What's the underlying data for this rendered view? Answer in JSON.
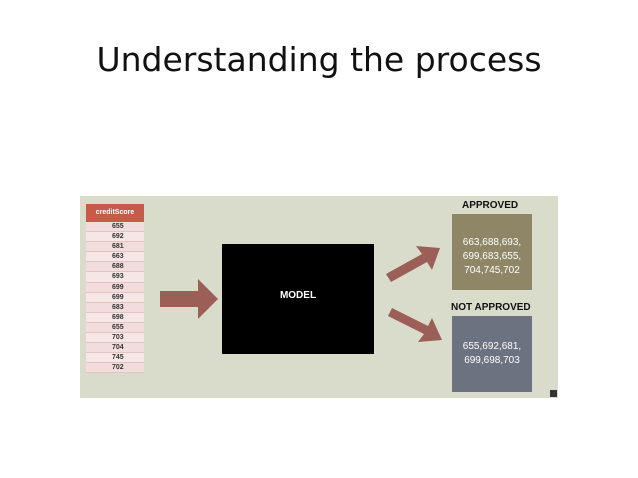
{
  "slide": {
    "title": "Understanding the process"
  },
  "table": {
    "header": "creditScore",
    "values": [
      "655",
      "692",
      "681",
      "663",
      "688",
      "693",
      "699",
      "699",
      "683",
      "698",
      "655",
      "703",
      "704",
      "745",
      "702"
    ]
  },
  "model": {
    "label": "MODEL"
  },
  "approved": {
    "label": "APPROVED",
    "line1": "663,688,693,",
    "line2": "699,683,655,",
    "line3": "704,745,702"
  },
  "not_approved": {
    "label": "NOT APPROVED",
    "line1": "655,692,681,",
    "line2": "699,698,703"
  },
  "colors": {
    "header": "#c65b4a",
    "arrow": "#9b5f58",
    "approved_box": "#8e8666",
    "not_approved_box": "#6d7280",
    "panel_bg": "#d9dccb"
  },
  "icons": {
    "corner": "corner-marker-icon"
  }
}
